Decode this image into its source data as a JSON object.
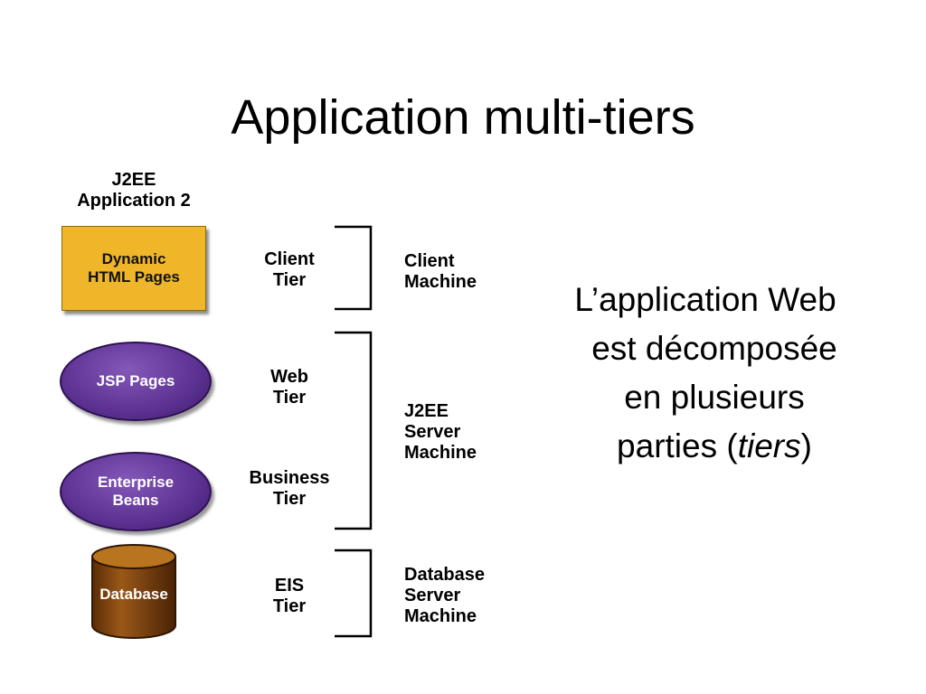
{
  "slide": {
    "title": "Application multi-tiers"
  },
  "diagram": {
    "app_header": [
      "J2EE",
      "Application 2"
    ],
    "components": {
      "dynamic_html": [
        "Dynamic",
        "HTML Pages"
      ],
      "jsp": "JSP Pages",
      "beans": [
        "Enterprise",
        "Beans"
      ],
      "database": "Database"
    },
    "tiers": {
      "client": [
        "Client",
        "Tier"
      ],
      "web": [
        "Web",
        "Tier"
      ],
      "business": [
        "Business",
        "Tier"
      ],
      "eis": [
        "EIS",
        "Tier"
      ]
    },
    "machines": {
      "client": [
        "Client",
        "Machine"
      ],
      "server": [
        "J2EE",
        "Server",
        "Machine"
      ],
      "database": [
        "Database",
        "Server",
        "Machine"
      ]
    }
  },
  "side_text": {
    "line1": "L’application Web",
    "line2": "est décomposée",
    "line3": "en plusieurs",
    "line4_pre": "parties (",
    "line4_em": "tiers",
    "line4_post": ")"
  },
  "colors": {
    "html_box": "#f0b62a",
    "jsp_ellipse": "#5c3192",
    "database": "#7a4010"
  }
}
